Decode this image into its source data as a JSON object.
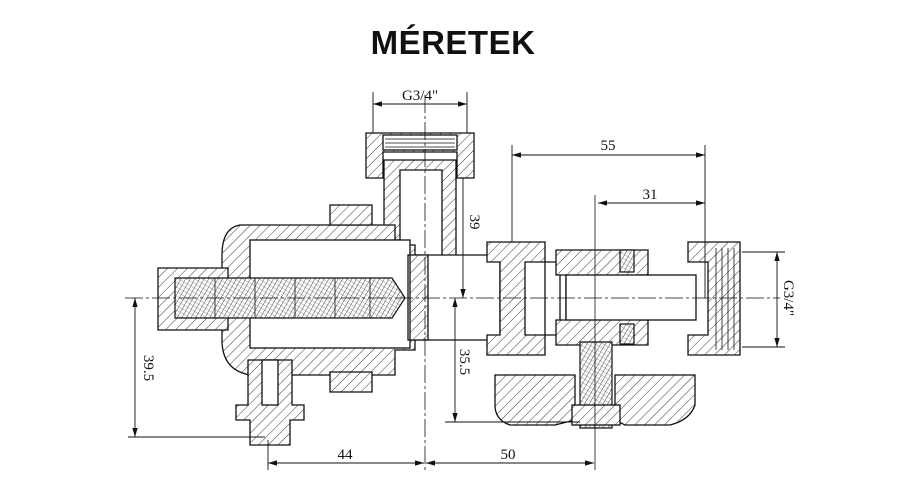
{
  "title": "MÉRETEK",
  "dimensions": {
    "top_thread": "G3/4\"",
    "right_thread": "G3/4\"",
    "length_55": "55",
    "length_31": "31",
    "height_39": "39",
    "height_35_5": "35.5",
    "height_39_5": "39.5",
    "width_44": "44",
    "width_50": "50"
  }
}
